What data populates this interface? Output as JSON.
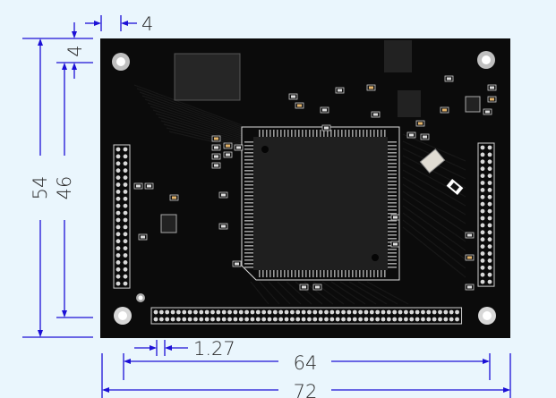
{
  "dimensions": {
    "hole_offset_x": "4",
    "hole_offset_y": "4",
    "board_height": "54",
    "hole_spacing_y": "46",
    "pin_pitch": "1.27",
    "hole_spacing_x": "64",
    "board_width": "72"
  },
  "colors": {
    "background": "#eaf6fd",
    "dimension_lines": "#1c10d6",
    "pcb": "#0b0b0b"
  },
  "board": {
    "left_header_rows": 20,
    "right_header_rows": 20,
    "bottom_header_cols": 54
  }
}
